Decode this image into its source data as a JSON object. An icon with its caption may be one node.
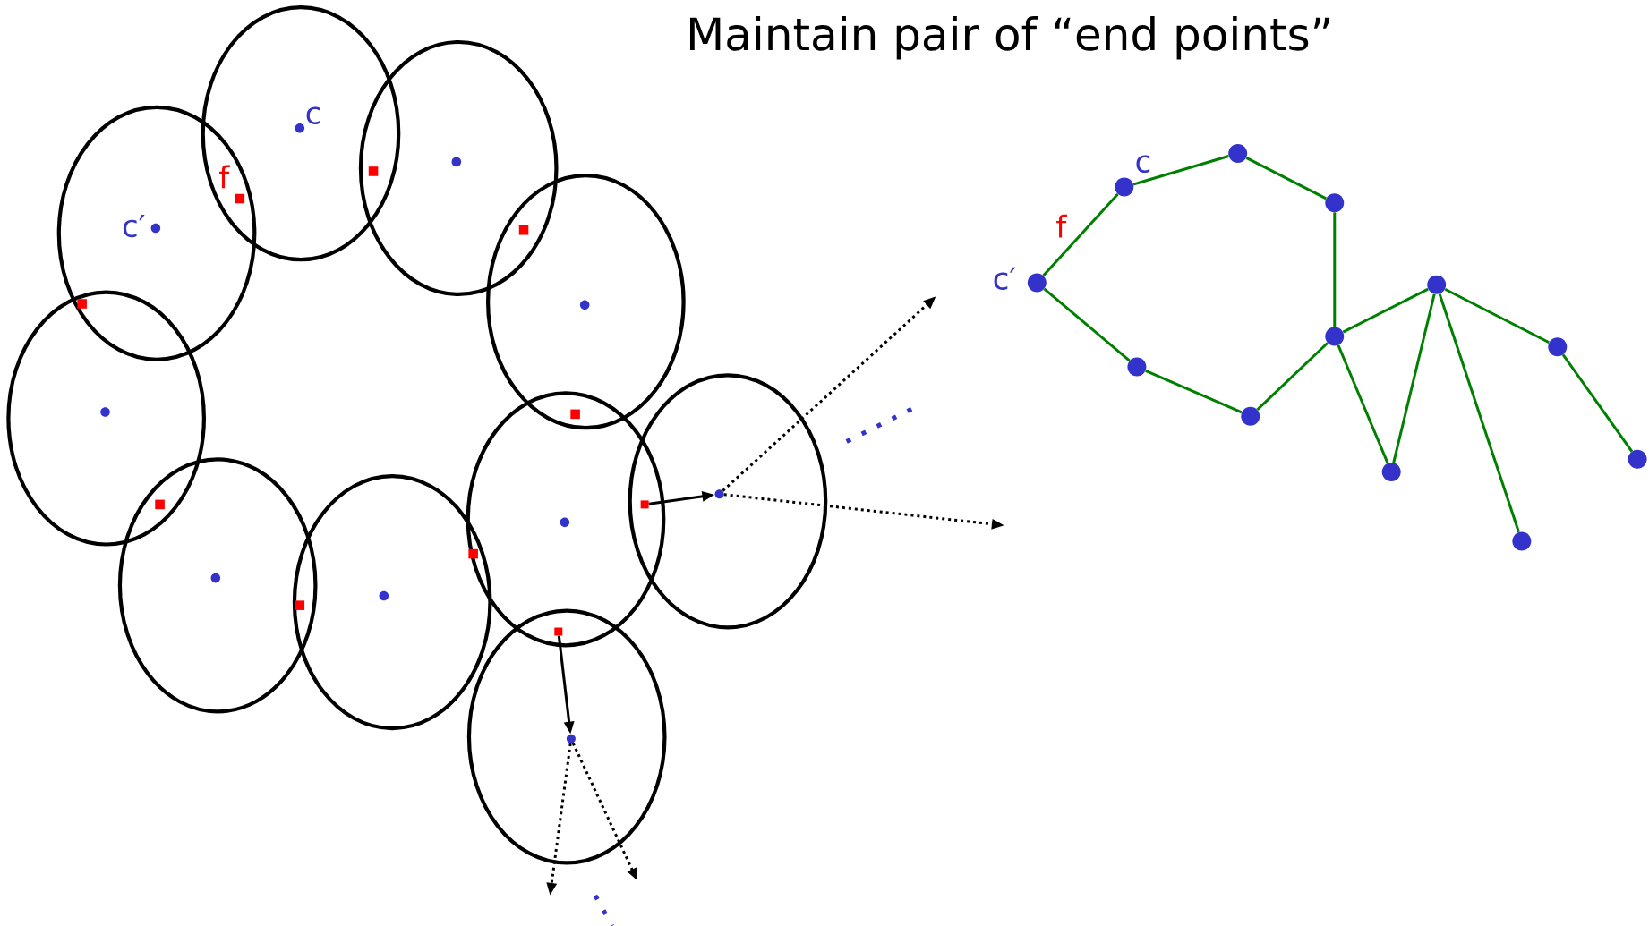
{
  "diagram": {
    "title": "Maintain pair of “end points”",
    "nodes": [
      {
        "text": [],
        "shape": "box"
      },
      {
        "text": [],
        "shape": "circle"
      },
      {
        "text": [],
        "shape": "box"
      },
      {
        "text": [],
        "shape": "circle"
      },
      {
        "text": [],
        "shape": "circle"
      },
      {
        "text": [],
        "shape": "circle"
      },
      {
        "text": [],
        "shape": "circle"
      },
      {
        "text": [],
        "shape": "circle"
      },
      {
        "text": [],
        "shape": "circle"
      },
      {
        "text": [],
        "shape": "circle"
      },
      {
        "text": [],
        "shape": "circle"
      },
      {
        "text": [],
        "shape": "circle"
      },
      {
        "text": [],
        "shape": "circle"
      },
      {
        "text": [],
        "shape": "circle"
      },
      {
        "text": [],
        "shape": "circle"
      },
      {
        "text": [],
        "shape": "circle"
      }
    ],
    "edges": [
      {
        "from": 0,
        "to": 1,
        "arrow": "to",
        "color": "#000000"
      },
      {
        "from": 2,
        "to": 3,
        "arrow": "to",
        "color": "#000000"
      },
      {
        "from": 1,
        "to": null,
        "arrow": "to",
        "style": "dashed",
        "color": "#000000"
      },
      {
        "from": 1,
        "to": null,
        "arrow": "to",
        "style": "dashed",
        "color": "#000000"
      },
      {
        "from": 3,
        "to": null,
        "arrow": "to",
        "style": "dashed",
        "color": "#000000"
      },
      {
        "from": 3,
        "to": null,
        "arrow": "to",
        "style": "dashed",
        "color": "#000000"
      },
      {
        "from": 7,
        "to": 4,
        "arrow": "none",
        "color": "#008000"
      },
      {
        "from": 4,
        "to": 5,
        "arrow": "none",
        "color": "#008000"
      },
      {
        "from": 5,
        "to": 6,
        "arrow": "none",
        "color": "#008000"
      },
      {
        "from": 6,
        "to": 10,
        "arrow": "none",
        "color": "#008000"
      },
      {
        "from": 7,
        "to": 8,
        "arrow": "none",
        "color": "#008000"
      },
      {
        "from": 8,
        "to": 9,
        "arrow": "none",
        "color": "#008000"
      },
      {
        "from": 9,
        "to": 10,
        "arrow": "none",
        "color": "#008000"
      },
      {
        "from": 10,
        "to": 11,
        "arrow": "none",
        "color": "#008000"
      },
      {
        "from": 10,
        "to": 13,
        "arrow": "none",
        "color": "#008000"
      },
      {
        "from": 13,
        "to": 11,
        "arrow": "none",
        "color": "#008000"
      },
      {
        "from": 11,
        "to": 15,
        "arrow": "none",
        "color": "#008000"
      },
      {
        "from": 11,
        "to": 12,
        "arrow": "none",
        "color": "#008000"
      },
      {
        "from": 12,
        "to": 14,
        "arrow": "none",
        "color": "#008000"
      }
    ],
    "labels": [
      "c",
      "f",
      "c′",
      "c",
      "f",
      "c′"
    ]
  }
}
